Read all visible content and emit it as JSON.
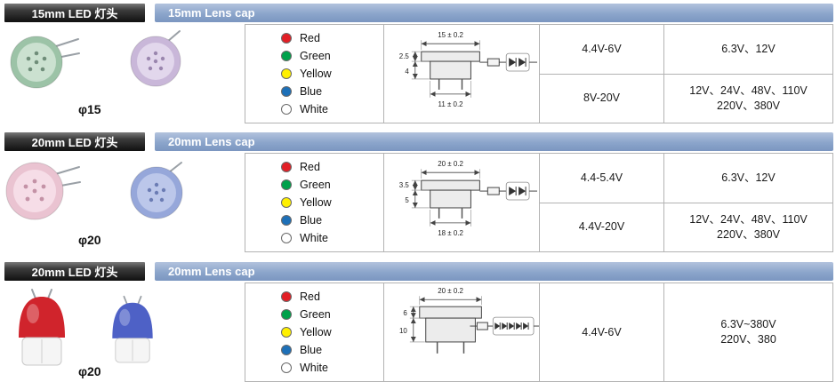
{
  "palette": {
    "header_bar": "#8ba5cb",
    "led_label_bg": "#1a1a1a",
    "table_border": "#b3b3b3",
    "swatch_red": "#e21f26",
    "swatch_green": "#00a14b",
    "swatch_yellow": "#fff000",
    "swatch_blue": "#1d70b8",
    "swatch_white": "#ffffff"
  },
  "sections": [
    {
      "led_label": "15mm LED 灯头",
      "cap_label": "15mm Lens cap",
      "diameter_label": "φ15",
      "head_color": "#9cc3a7",
      "cap_color": "#c9b7d9",
      "colors": [
        "Red",
        "Green",
        "Yellow",
        "Blue",
        "White"
      ],
      "drawing": {
        "top_dim": "15 ± 0.2",
        "flange_h": "2.5",
        "body_h": "4",
        "bottom_dim": "11 ± 0.2"
      },
      "voltage_rows": [
        {
          "input": "4.4V-6V",
          "output1": "6.3V、12V",
          "output2": ""
        },
        {
          "input": "8V-20V",
          "output1": "12V、24V、48V、110V",
          "output2": "220V、380V"
        }
      ]
    },
    {
      "led_label": "20mm LED 灯头",
      "cap_label": "20mm Lens cap",
      "diameter_label": "φ20",
      "head_color": "#eac3d1",
      "cap_color": "#96a7da",
      "colors": [
        "Red",
        "Green",
        "Yellow",
        "Blue",
        "White"
      ],
      "drawing": {
        "top_dim": "20 ± 0.2",
        "flange_h": "3.5",
        "body_h": "5",
        "bottom_dim": "18 ± 0.2"
      },
      "voltage_rows": [
        {
          "input": "4.4-5.4V",
          "output1": "6.3V、12V",
          "output2": ""
        },
        {
          "input": "4.4V-20V",
          "output1": "12V、24V、48V、110V",
          "output2": "220V、380V"
        }
      ]
    },
    {
      "led_label": "20mm LED 灯头",
      "cap_label": "20mm Lens cap",
      "diameter_label": "φ20",
      "head_color": "#d0242c",
      "cap_color": "#4e61c6",
      "colors": [
        "Red",
        "Green",
        "Yellow",
        "Blue",
        "White"
      ],
      "drawing": {
        "top_dim": "20 ± 0.2",
        "flange_h": "6",
        "body_h": "10",
        "bottom_dim": ""
      },
      "voltage_rows": [
        {
          "input": "4.4V-6V",
          "output1": "6.3V~380V",
          "output2": "220V、380"
        }
      ]
    }
  ]
}
